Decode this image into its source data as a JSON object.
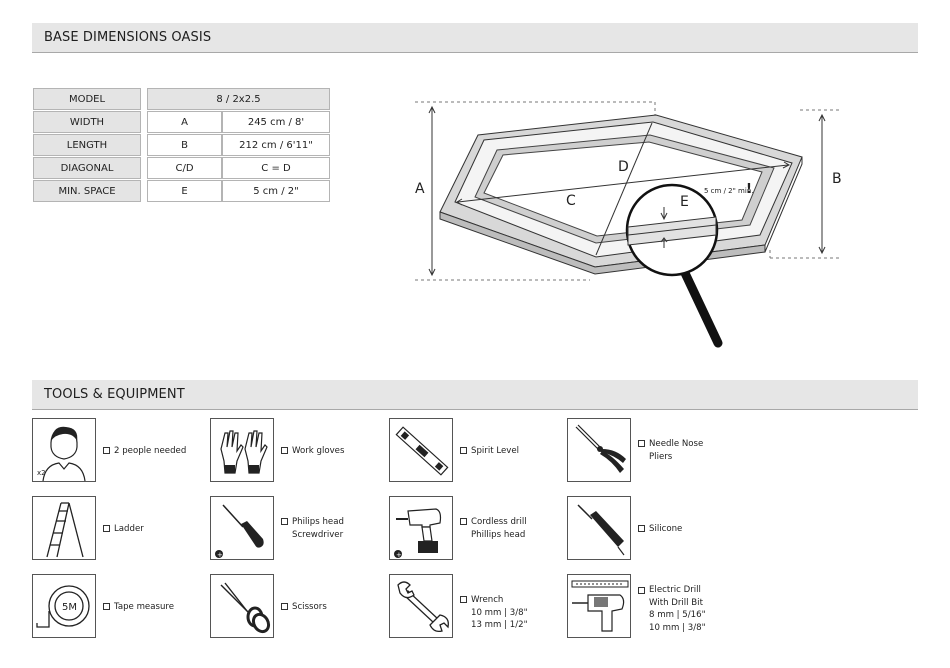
{
  "sections": {
    "dimensions_title": "BASE DIMENSIONS OASIS",
    "tools_title": "TOOLS & EQUIPMENT"
  },
  "table": {
    "model_label": "MODEL",
    "model_value": "8 / 2x2.5",
    "rows": [
      {
        "label": "WIDTH",
        "key": "A",
        "value": "245 cm / 8'"
      },
      {
        "label": "LENGTH",
        "key": "B",
        "value": "212 cm / 6'11\""
      },
      {
        "label": "DIAGONAL",
        "key": "C/D",
        "value": "C = D"
      },
      {
        "label": "MIN. SPACE",
        "key": "E",
        "value": "5 cm / 2\""
      }
    ]
  },
  "diagram": {
    "label_a": "A",
    "label_b": "B",
    "label_c": "C",
    "label_d": "D",
    "label_e": "E",
    "min_note": "5 cm / 2\" min."
  },
  "tools": [
    {
      "icon": "person-icon",
      "count": "x2",
      "lines": [
        "2 people needed"
      ]
    },
    {
      "icon": "work-gloves-icon",
      "lines": [
        "Work gloves"
      ]
    },
    {
      "icon": "spirit-level-icon",
      "lines": [
        "Spirit Level"
      ]
    },
    {
      "icon": "needle-nose-pliers-icon",
      "lines": [
        "Needle Nose",
        "Pliers"
      ]
    },
    {
      "icon": "ladder-icon",
      "lines": [
        "Ladder"
      ]
    },
    {
      "icon": "screwdriver-icon",
      "lines": [
        "Philips head",
        "Screwdriver"
      ]
    },
    {
      "icon": "cordless-drill-icon",
      "lines": [
        "Cordless drill",
        "Phillips head"
      ]
    },
    {
      "icon": "silicone-gun-icon",
      "lines": [
        "Silicone"
      ]
    },
    {
      "icon": "tape-measure-icon",
      "icon_text": "5M",
      "lines": [
        "Tape measure"
      ]
    },
    {
      "icon": "scissors-icon",
      "lines": [
        "Scissors"
      ]
    },
    {
      "icon": "wrench-icon",
      "lines": [
        "Wrench",
        "10 mm | 3/8\"",
        "13 mm | 1/2\""
      ]
    },
    {
      "icon": "electric-drill-icon",
      "lines": [
        "Electric Drill",
        "With Drill Bit",
        "8 mm | 5/16\"",
        "10 mm | 3/8\""
      ]
    }
  ]
}
